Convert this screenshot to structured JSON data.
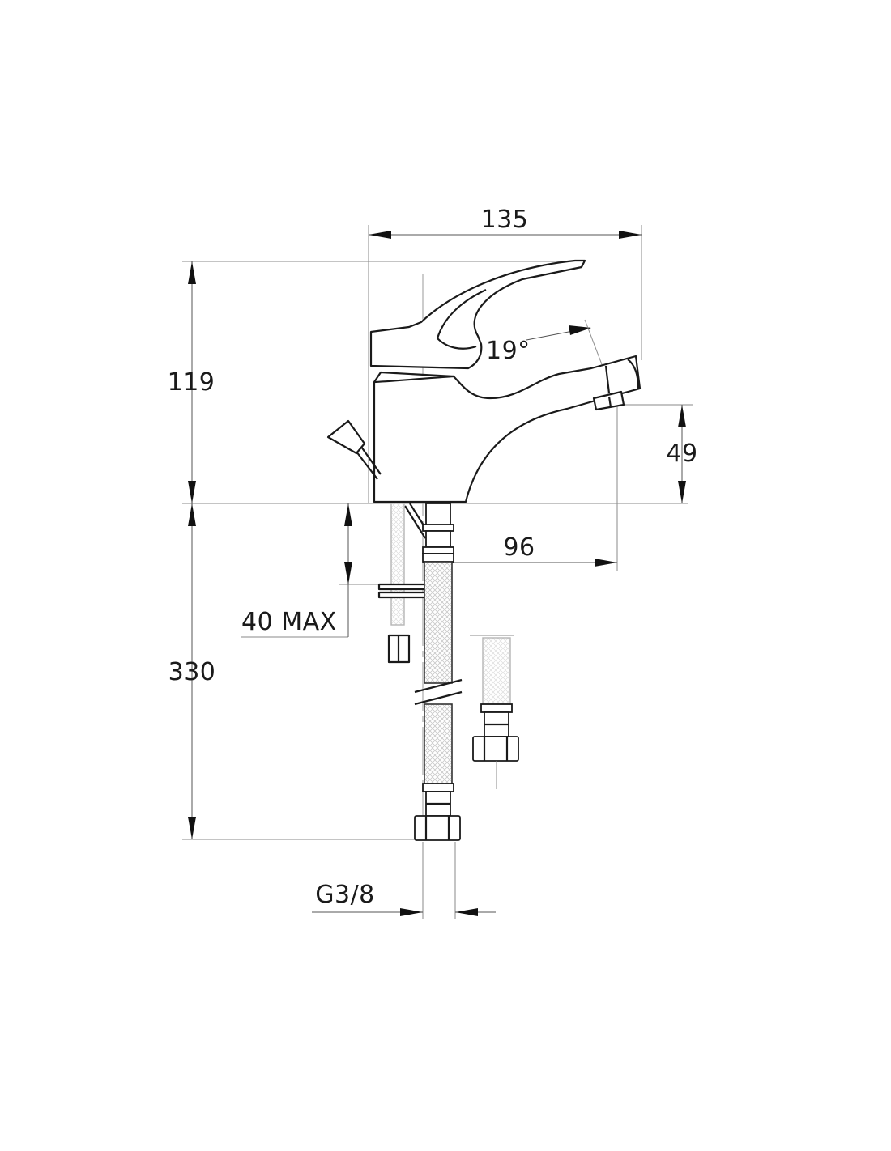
{
  "drawing": {
    "dimensions": {
      "width_135": "135",
      "height_119": "119",
      "angle_19": "19°",
      "spout_49": "49",
      "reach_96": "96",
      "max_40": "40 MAX",
      "hose_330": "330",
      "thread_g38": "G3/8"
    }
  }
}
